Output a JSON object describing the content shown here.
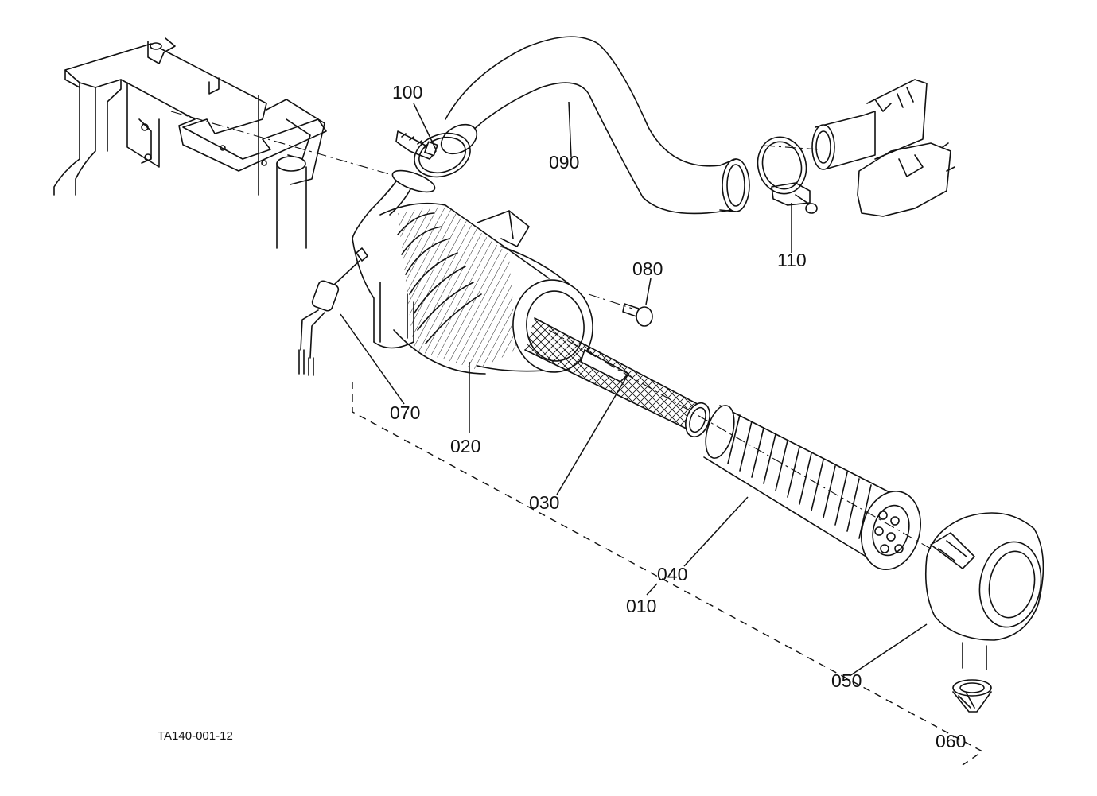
{
  "labels": {
    "p010": "010",
    "p020": "020",
    "p030": "030",
    "p040": "040",
    "p050": "050",
    "p060": "060",
    "p070": "070",
    "p080": "080",
    "p090": "090",
    "p100": "100",
    "p110": "110"
  },
  "figure_ref": "TA140-001-12"
}
